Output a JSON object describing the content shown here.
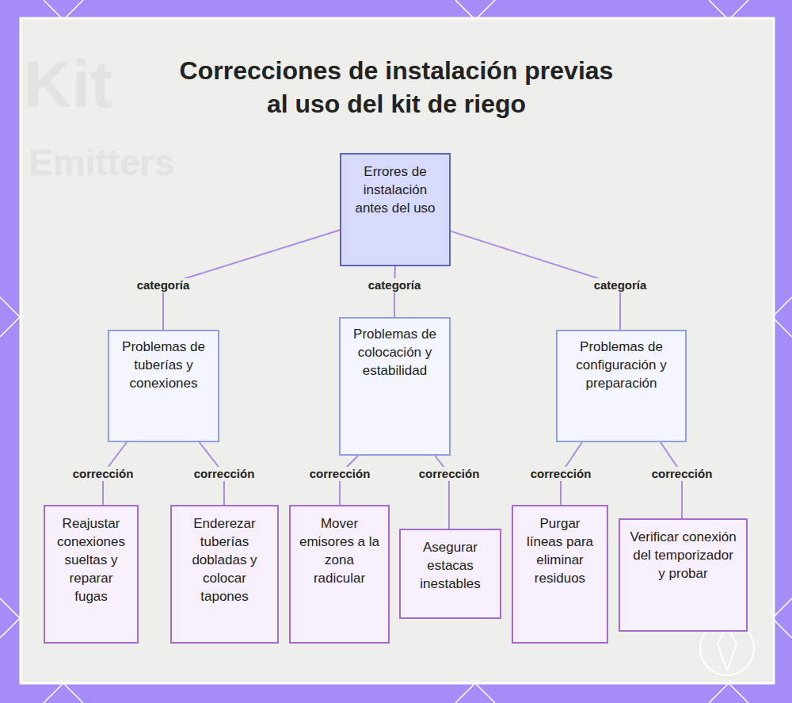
{
  "diagram": {
    "title": "Correcciones de instalación previas al uso del kit de riego",
    "nodes": [
      {
        "text": [
          "Errores de instalación antes del uso"
        ]
      },
      {
        "text": [
          "Problemas de tuberías y conexiones"
        ]
      },
      {
        "text": [
          "Problemas de colocación y estabilidad"
        ]
      },
      {
        "text": [
          "Problemas de configuración y preparación"
        ]
      },
      {
        "text": [
          "Reajustar conexiones sueltas y reparar fugas"
        ]
      },
      {
        "text": [
          "Enderezar tuberías dobladas y colocar tapones"
        ]
      },
      {
        "text": [
          "Mover emisores a la zona radicular"
        ]
      },
      {
        "text": [
          "Asegurar estacas inestables"
        ]
      },
      {
        "text": [
          "Purgar líneas para eliminar residuos"
        ]
      },
      {
        "text": [
          "Verificar conexión del temporizador y probar"
        ]
      }
    ],
    "edges": [
      {
        "from": 0,
        "to": 1,
        "label": "categoría",
        "arrow": "none"
      },
      {
        "from": 0,
        "to": 2,
        "label": "categoría",
        "arrow": "none"
      },
      {
        "from": 0,
        "to": 3,
        "label": "categoría",
        "arrow": "none"
      },
      {
        "from": 1,
        "to": 4,
        "label": "corrección",
        "arrow": "none"
      },
      {
        "from": 1,
        "to": 5,
        "label": "corrección",
        "arrow": "none"
      },
      {
        "from": 2,
        "to": 6,
        "label": "corrección",
        "arrow": "none"
      },
      {
        "from": 2,
        "to": 7,
        "label": "corrección",
        "arrow": "none"
      },
      {
        "from": 3,
        "to": 8,
        "label": "corrección",
        "arrow": "none"
      },
      {
        "from": 3,
        "to": 9,
        "label": "corrección",
        "arrow": "none"
      }
    ],
    "labels": [
      "Kit",
      "Emitters"
    ]
  }
}
